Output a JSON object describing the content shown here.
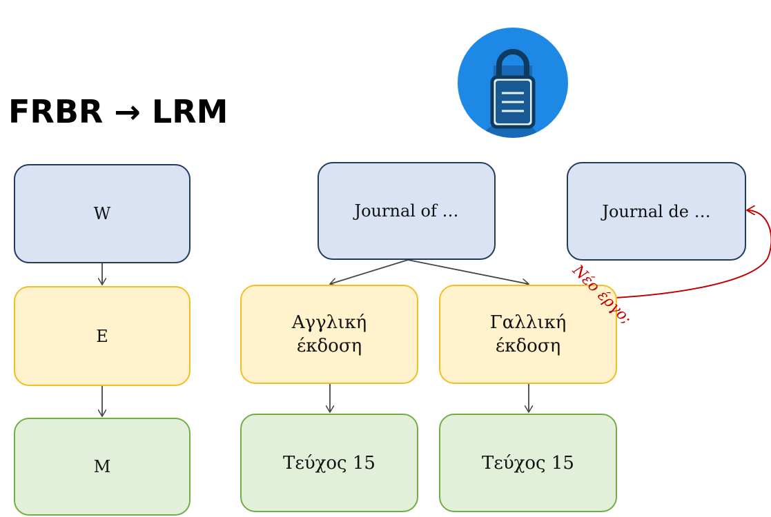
{
  "title": "FRBR → LRM",
  "left_column": {
    "work": "W",
    "expression": "E",
    "manifestation": "M"
  },
  "works": {
    "journal_of": "Journal of …",
    "journal_de": "Journal de …"
  },
  "expressions": {
    "english_line1": "Αγγλική",
    "english_line2": "έκδοση",
    "french_line1": "Γαλλική",
    "french_line2": "έκδοση"
  },
  "manifestations": {
    "english_issue": "Τεύχος 15",
    "french_issue": "Τεύχος 15"
  },
  "annotation": "Νέο έργο;",
  "icons": {
    "lock": "lock-icon"
  },
  "colors": {
    "work_fill": "#dae3f3",
    "expression_fill": "#fff2cc",
    "manifestation_fill": "#e2efd9",
    "annotation": "#c00000",
    "lock_circle": "#1e88e5"
  }
}
